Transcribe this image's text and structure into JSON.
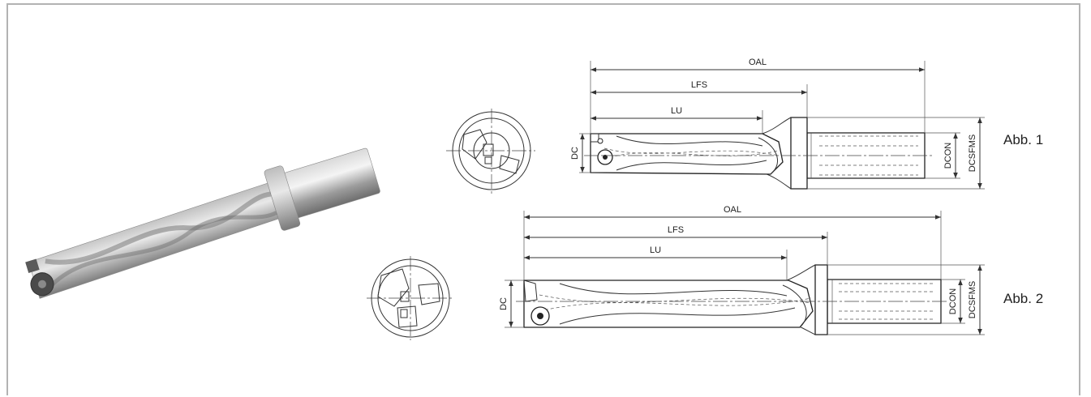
{
  "figures": [
    {
      "caption": "Abb. 1",
      "dimensions": {
        "oal": "OAL",
        "lfs": "LFS",
        "lu": "LU",
        "dc": "DC",
        "dcon": "DCON",
        "dcsfms": "DCSFMS"
      }
    },
    {
      "caption": "Abb. 2",
      "dimensions": {
        "oal": "OAL",
        "lfs": "LFS",
        "lu": "LU",
        "dc": "DC",
        "dcon": "DCON",
        "dcsfms": "DCSFMS"
      }
    }
  ],
  "colors": {
    "frame": "#b3b3b3",
    "steel": "#9a9a9a",
    "line": "#333333"
  },
  "icons": [
    "drill-photo",
    "front-view-1",
    "side-view-1",
    "front-view-2",
    "side-view-2"
  ]
}
